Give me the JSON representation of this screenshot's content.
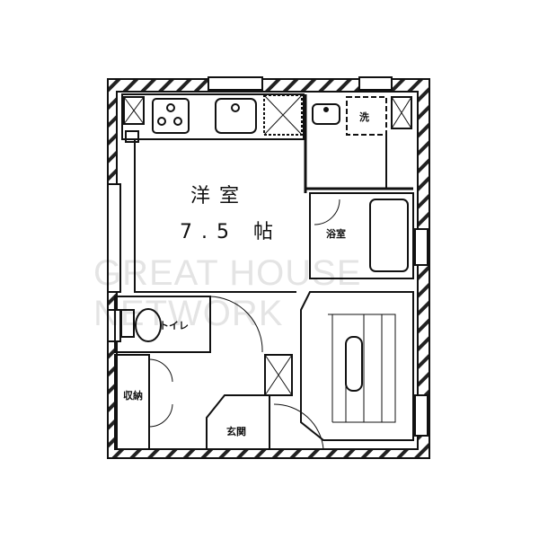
{
  "rooms": {
    "western_room": "洋室",
    "western_room_size": "7.5 帖",
    "bathroom": "浴室",
    "toilet": "トイレ",
    "storage": "収納",
    "entrance": "玄関",
    "laundry": "洗"
  },
  "watermark": "GREAT HOUSE NETWORK"
}
